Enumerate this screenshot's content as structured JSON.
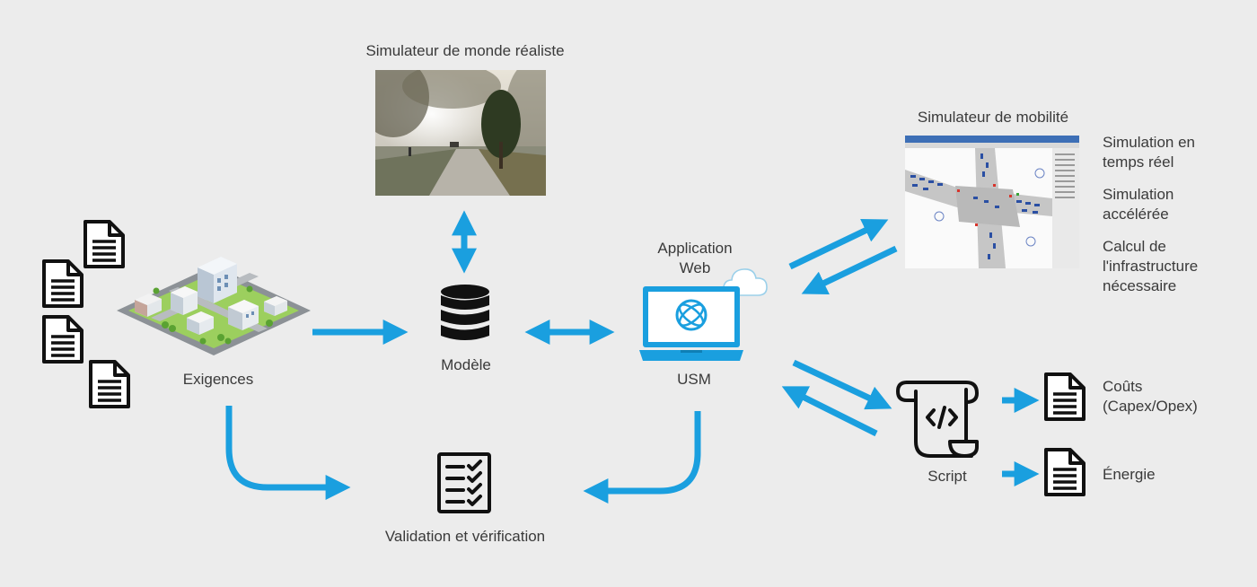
{
  "labels": {
    "realistic_sim": "Simulateur de monde réaliste",
    "mobility_sim": "Simulateur de mobilité",
    "requirements": "Exigences",
    "model": "Modèle",
    "app_line1": "Application",
    "app_line2": "Web",
    "usm": "USM",
    "validation": "Validation et vérification",
    "script": "Script"
  },
  "mobility_features": [
    [
      "Simulation en",
      "temps réel"
    ],
    [
      "Simulation",
      "accélérée"
    ],
    [
      "Calcul de",
      "l'infrastructure",
      "nécessaire"
    ]
  ],
  "outputs": {
    "costs_line1": "Coûts",
    "costs_line2": "(Capex/Opex)",
    "energy": "Énergie"
  },
  "colors": {
    "arrow": "#1a9fdf",
    "icon": "#111111",
    "background": "#ececec"
  },
  "icons": [
    "document-icon",
    "city-icon",
    "database-icon",
    "laptop-icon",
    "globe-icon",
    "cloud-icon",
    "checklist-icon",
    "script-scroll-icon",
    "road-scene-image",
    "traffic-simulation-screenshot"
  ]
}
